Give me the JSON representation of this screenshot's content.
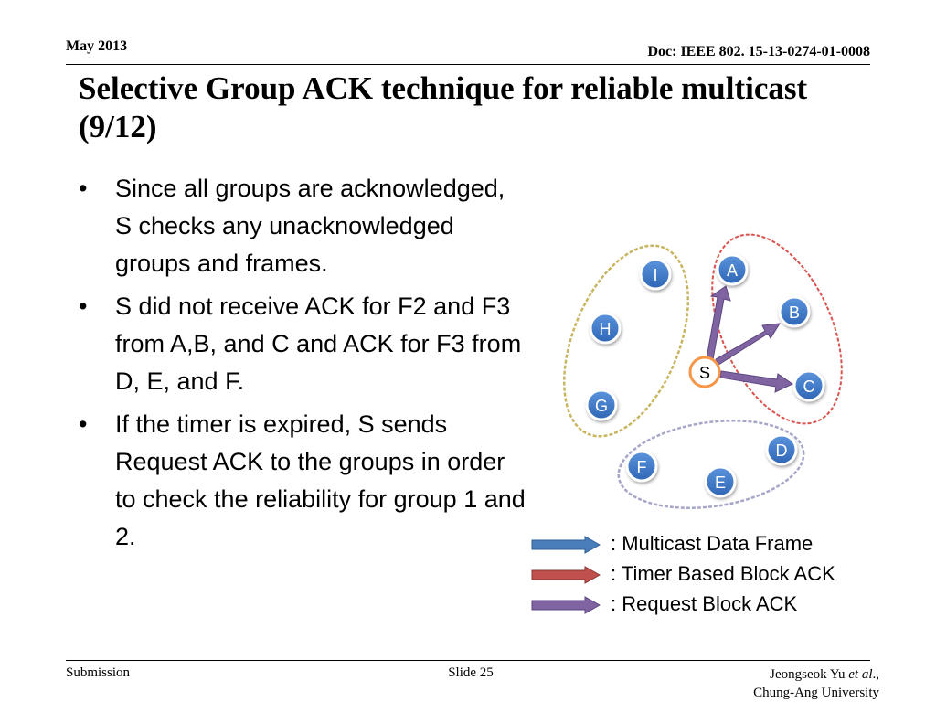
{
  "header": {
    "date": "May 2013",
    "doc": "Doc: IEEE 802. 15-13-0274-01-0008"
  },
  "title": "Selective Group ACK technique for reliable multicast (9/12)",
  "bullets": [
    "Since all groups are acknowledged, S checks any unacknowledged groups and frames.",
    "S did not receive ACK for F2 and F3 from A,B, and C and ACK for F3 from D, E, and F.",
    "If the timer is expired, S sends Request ACK to the groups in order to check the reliability for group 1 and 2."
  ],
  "diagram": {
    "source": "S",
    "nodes": {
      "A": "A",
      "B": "B",
      "C": "C",
      "D": "D",
      "E": "E",
      "F": "F",
      "G": "G",
      "H": "H",
      "I": "I"
    }
  },
  "legend": [
    {
      "label": ": Multicast Data Frame",
      "color": "#4a7ebb"
    },
    {
      "label": ": Timer Based Block ACK",
      "color": "#c0504d"
    },
    {
      "label": ": Request Block ACK",
      "color": "#8064a2"
    }
  ],
  "footer": {
    "left": "Submission",
    "center": "Slide 25",
    "author": "Jeongseok Yu",
    "author_etal": "et al",
    "author_tail": ".,",
    "affiliation": "Chung-Ang University"
  },
  "colors": {
    "node_fill": "#3a74c7",
    "source_border": "#f79646",
    "request_arrow": "#8064a2",
    "group1_outline": "#d9534f",
    "group2_outline": "#c8b560",
    "group3_outline": "#a6a6c8"
  }
}
